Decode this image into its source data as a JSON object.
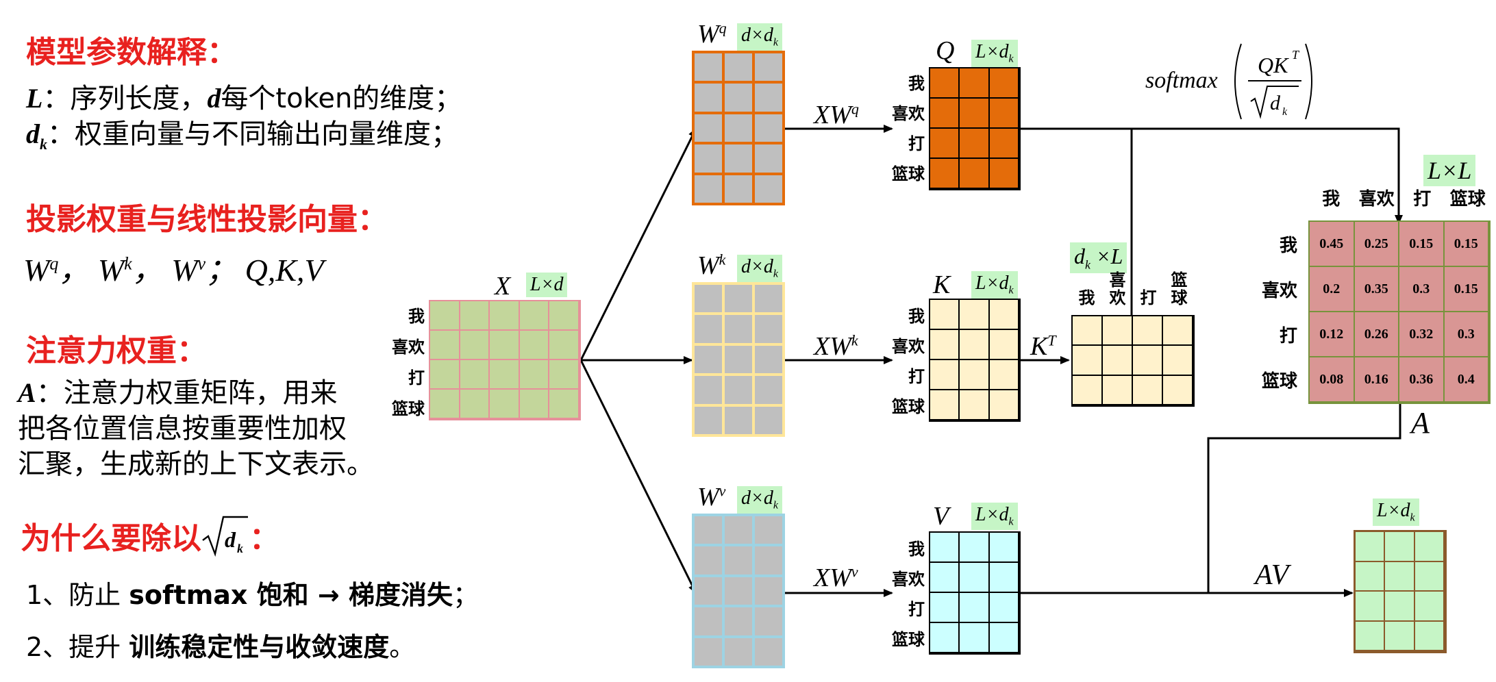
{
  "left": {
    "section1_title": "模型参数解释：",
    "line1_sym": "L",
    "line1_text": "：序列长度，",
    "line1_sym2": "d",
    "line1_text2": "每个token的维度；",
    "line2_sym": "d",
    "line2_sub": "k",
    "line2_text": "：权重向量与不同输出向量维度；",
    "section2_title": "投影权重与线性投影向量：",
    "weights": "W",
    "section3_title": "注意力权重：",
    "attn_sym": "A",
    "attn_text1": "：注意力权重矩阵，用来",
    "attn_text2": "把各位置信息按重要性加权",
    "attn_text3": "汇聚，生成新的上下文表示。",
    "section4_title": "为什么要除以",
    "section4_suffix": "：",
    "reason1_prefix": "1、防止 ",
    "reason1_bold": "softmax 饱和 → 梯度消失",
    "reason1_suffix": "；",
    "reason2_prefix": "2、提升 ",
    "reason2_bold": "训练稳定性与收敛速度",
    "reason2_suffix": "。"
  },
  "tokens": [
    "我",
    "喜欢",
    "打",
    "篮球"
  ],
  "tokens_split": [
    "我",
    "喜\n欢",
    "打",
    "篮\n球"
  ],
  "X": {
    "label": "X",
    "dim": "L×d"
  },
  "Wq": {
    "label": "W",
    "sup": "q",
    "dim": "d×d"
  },
  "Wk": {
    "label": "W",
    "sup": "k",
    "dim": "d×d"
  },
  "Wv": {
    "label": "W",
    "sup": "v",
    "dim": "d×d"
  },
  "Q": {
    "label": "Q",
    "dim": "L×d"
  },
  "K": {
    "label": "K",
    "dim": "L×d"
  },
  "V": {
    "label": "V",
    "dim": "L×d"
  },
  "KT": {
    "label": "K",
    "sup": "T",
    "dim": "d",
    "dim_tail": " ×L"
  },
  "A": {
    "label": "A",
    "dim": "L×L"
  },
  "Out": {
    "dim": "L×d"
  },
  "edges": {
    "xwq": "XW",
    "xwk": "XW",
    "xwv": "XW",
    "av": "AV",
    "softmax": "softmax",
    "qk": "QK"
  },
  "subscript_k": "k",
  "colors": {
    "x": "#c3d69b",
    "x_border": "#e6909a",
    "wq_border": "#e46c0a",
    "wk_border": "#ffe699",
    "wv_border": "#9dd3e3",
    "w_fill": "#bfbfbf",
    "q": "#e46c0a",
    "k": "#fff2cc",
    "v": "#ccffff",
    "a": "#d99694",
    "a_border": "#77933c",
    "out": "#c6f5c6",
    "out_border": "#8b5a2b",
    "red": "#e8211f"
  },
  "attention_matrix": [
    [
      "0.45",
      "0.25",
      "0.15",
      "0.15"
    ],
    [
      "0.2",
      "0.35",
      "0.3",
      "0.15"
    ],
    [
      "0.12",
      "0.26",
      "0.32",
      "0.3"
    ],
    [
      "0.08",
      "0.16",
      "0.36",
      "0.4"
    ]
  ]
}
